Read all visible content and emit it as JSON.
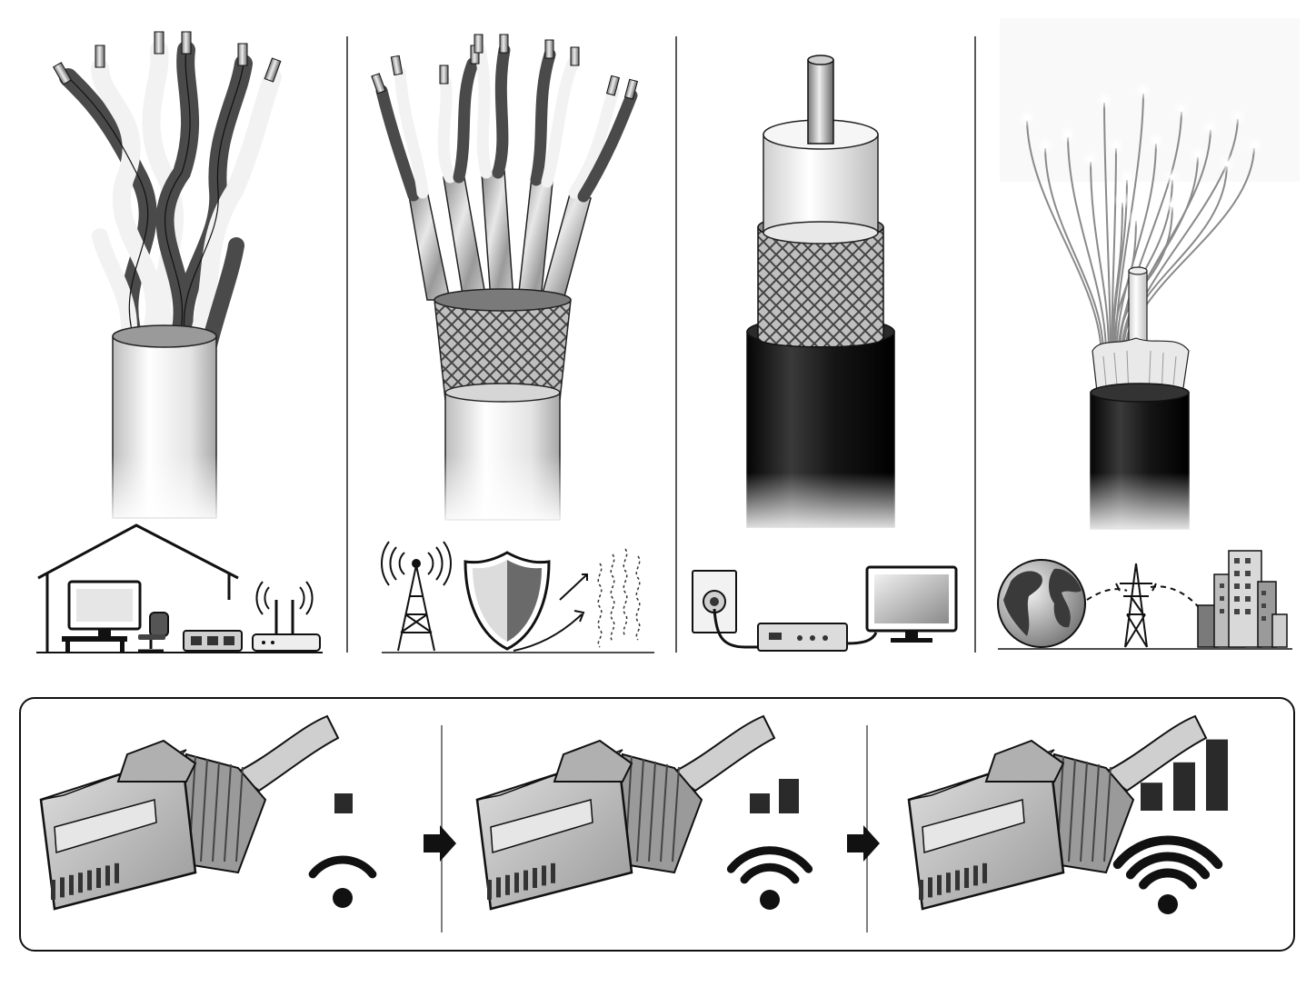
{
  "panels": [
    {
      "id": "utp",
      "cable_type": "unshielded-twisted-pair",
      "jacket_color": "#e6e6e6",
      "scene": "home-network"
    },
    {
      "id": "stp",
      "cable_type": "shielded-twisted-pair",
      "jacket_color": "#dcdcdc",
      "scene": "interference-protection"
    },
    {
      "id": "coax",
      "cable_type": "coaxial",
      "jacket_color": "#151515",
      "scene": "tv-distribution"
    },
    {
      "id": "fiber",
      "cable_type": "fiber-optic",
      "jacket_color": "#1a1a1a",
      "scene": "long-distance-backbone"
    }
  ],
  "progression": {
    "steps": [
      {
        "connector": "rj45",
        "signal_bars": 1,
        "wifi_arcs": 1
      },
      {
        "connector": "rj45",
        "signal_bars": 2,
        "wifi_arcs": 2
      },
      {
        "connector": "rj45",
        "signal_bars": 3,
        "wifi_arcs": 3
      }
    ],
    "arrow_icon": "arrow-right-icon"
  },
  "colors": {
    "ink": "#111111",
    "mid_gray": "#6e6e6e",
    "light_gray": "#d9d9d9",
    "dark_wire": "#4a4a4a"
  }
}
